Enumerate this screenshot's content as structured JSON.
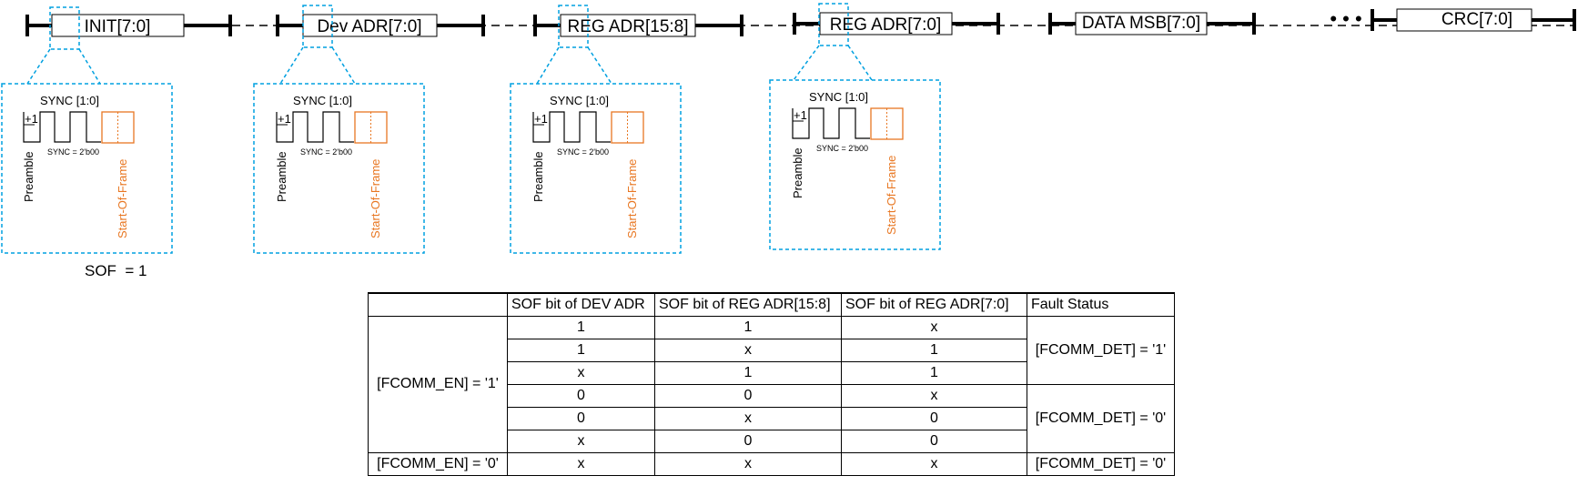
{
  "frame_fields": [
    {
      "label": "INIT[7:0]"
    },
    {
      "label": "Dev ADR[7:0]"
    },
    {
      "label": "REG ADR[15:8]"
    },
    {
      "label": "REG ADR[7:0]"
    },
    {
      "label": "DATA MSB[7:0]"
    },
    {
      "label": "CRC[7:0]"
    }
  ],
  "ellipsis": "• • •",
  "detail_boxes": [
    {
      "sync_label": "SYNC [1:0]",
      "plus_one": "+1",
      "sync_value": "SYNC = 2'b00",
      "preamble": "Preamble",
      "sof": "Start-Of-Frame"
    },
    {
      "sync_label": "SYNC [1:0]",
      "plus_one": "+1",
      "sync_value": "SYNC = 2'b00",
      "preamble": "Preamble",
      "sof": "Start-Of-Frame"
    },
    {
      "sync_label": "SYNC [1:0]",
      "plus_one": "+1",
      "sync_value": "SYNC = 2'b00",
      "preamble": "Preamble",
      "sof": "Start-Of-Frame"
    },
    {
      "sync_label": "SYNC [1:0]",
      "plus_one": "+1",
      "sync_value": "SYNC = 2'b00",
      "preamble": "Preamble",
      "sof": "Start-Of-Frame"
    }
  ],
  "sof_note": "SOF  = 1",
  "colors": {
    "highlight": "#00a0e0",
    "sof": "#e87722",
    "line": "#000000"
  },
  "table": {
    "headers": [
      "",
      "SOF bit of DEV ADR",
      "SOF bit of REG ADR[15:8]",
      "SOF bit of REG ADR[7:0]",
      "Fault Status"
    ],
    "rows": [
      [
        "1",
        "1",
        "x"
      ],
      [
        "1",
        "x",
        "1"
      ],
      [
        "x",
        "1",
        "1"
      ],
      [
        "0",
        "0",
        "x"
      ],
      [
        "0",
        "x",
        "0"
      ],
      [
        "x",
        "0",
        "0"
      ],
      [
        "x",
        "x",
        "x"
      ]
    ],
    "condition_en1": "[FCOMM_EN] = '1'",
    "condition_en0": "[FCOMM_EN] = '0'",
    "status_det1": "[FCOMM_DET] = '1'",
    "status_det0": "[FCOMM_DET] = '0'",
    "status_det0_last": "[FCOMM_DET] = '0'"
  }
}
